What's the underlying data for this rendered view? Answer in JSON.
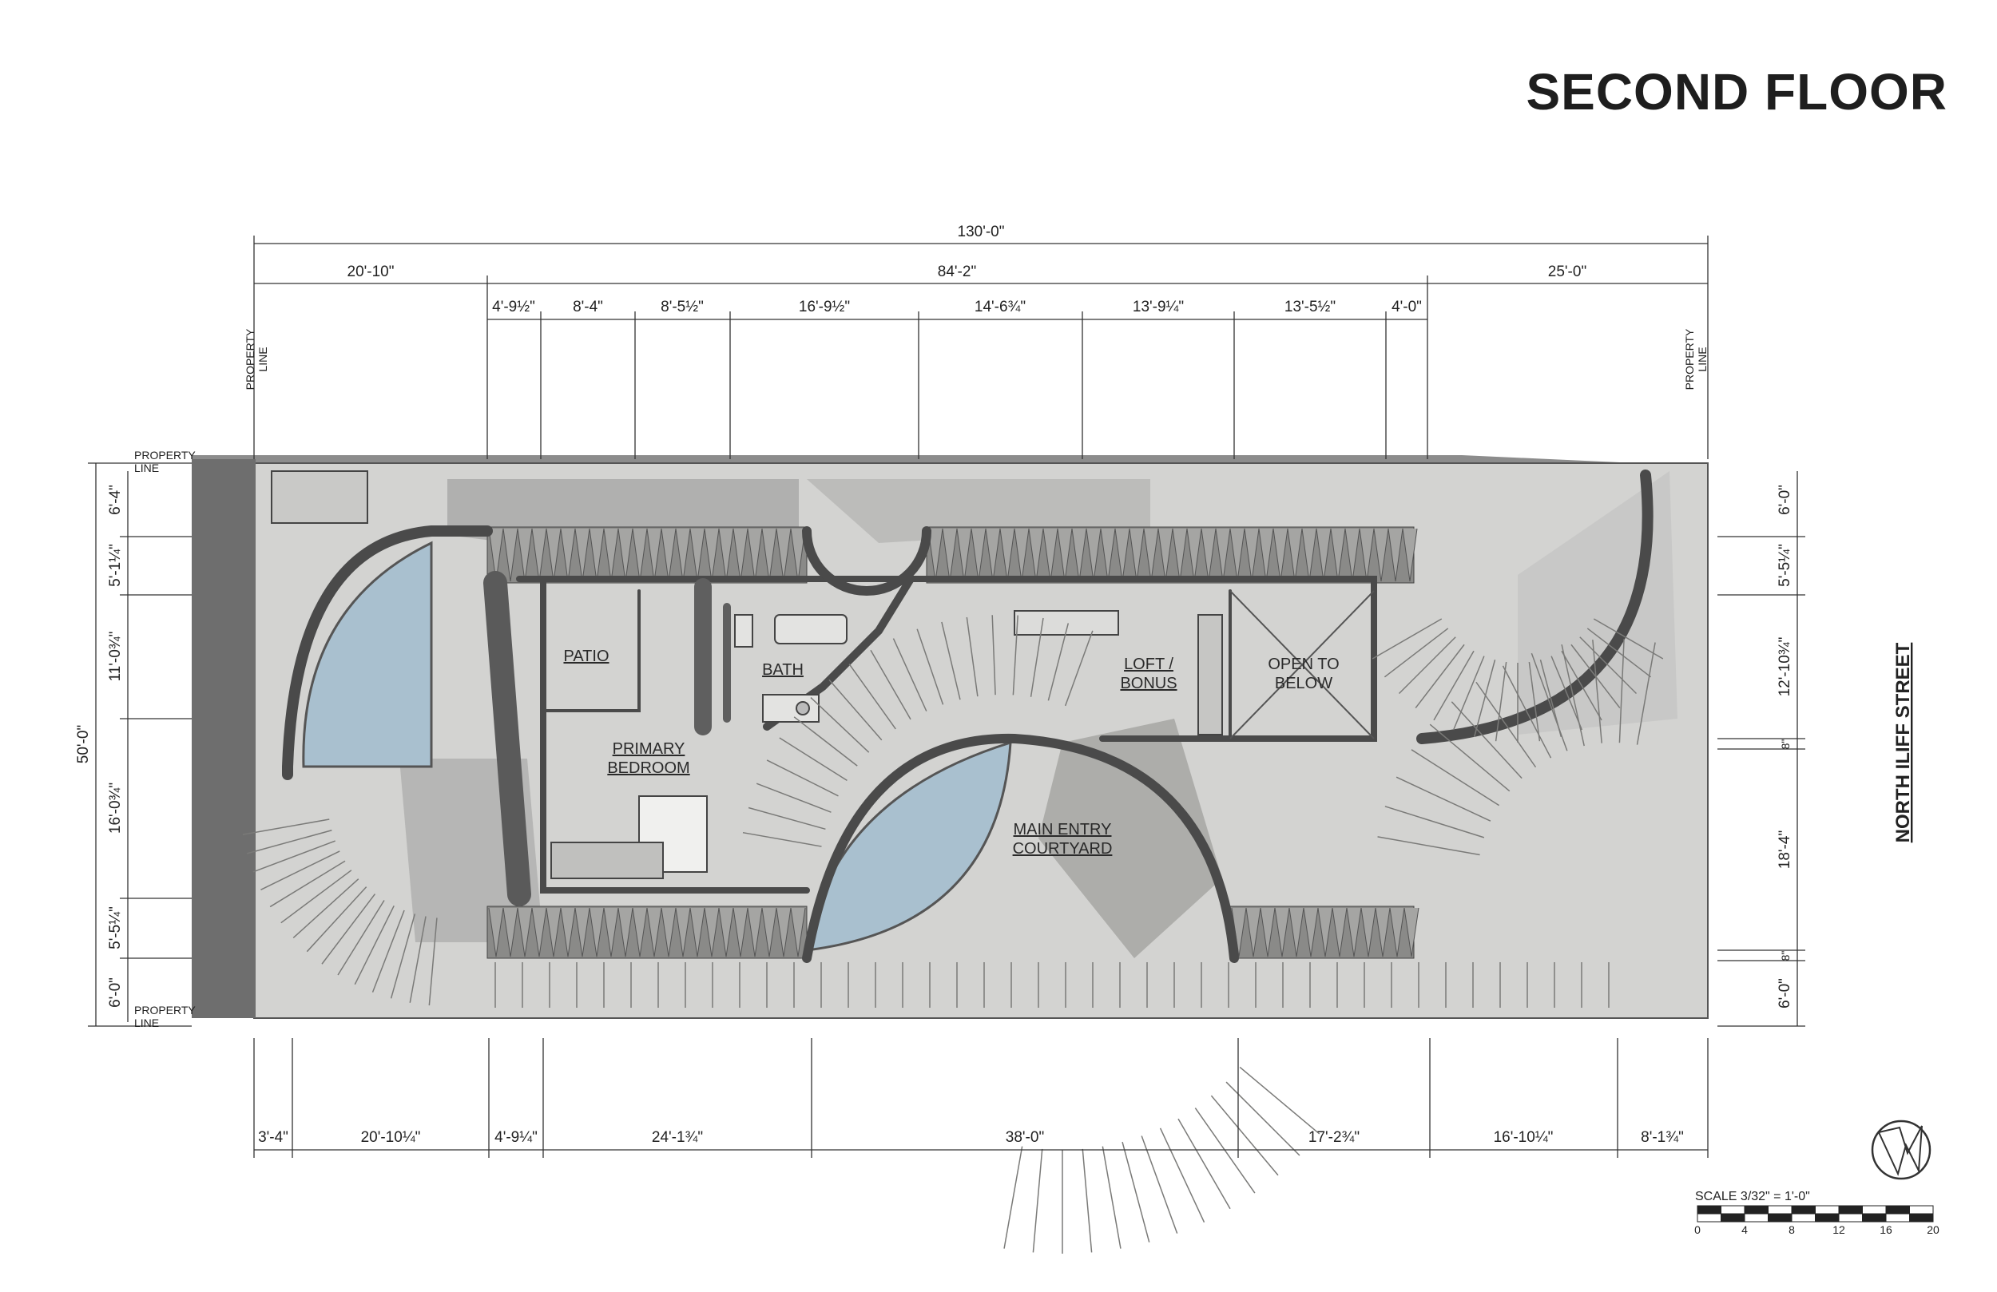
{
  "title": "SECOND FLOOR",
  "street": "NORTH ILIFF STREET",
  "property_line": [
    "PROPERTY",
    "LINE"
  ],
  "rooms": {
    "patio": "PATIO",
    "bath": "BATH",
    "loft": [
      "LOFT /",
      "BONUS"
    ],
    "open_below": [
      "OPEN TO",
      "BELOW"
    ],
    "primary_bedroom": [
      "PRIMARY",
      "BEDROOM"
    ],
    "courtyard": [
      "MAIN ENTRY",
      "COURTYARD"
    ]
  },
  "dimensions": {
    "overall": "130'-0\"",
    "top_row2": [
      "20'-10\"",
      "84'-2\"",
      "25'-0\""
    ],
    "top_row3": [
      "4'-9½\"",
      "8'-4\"",
      "8'-5½\"",
      "16'-9½\"",
      "14'-6¾\"",
      "13'-9¼\"",
      "13'-5½\"",
      "4'-0\""
    ],
    "bottom": [
      "3'-4\"",
      "20'-10¼\"",
      "4'-9¼\"",
      "24'-1¾\"",
      "38'-0\"",
      "17'-2¾\"",
      "16'-10¼\"",
      "8'-1¾\""
    ],
    "left_overall": "50'-0\"",
    "left": [
      "6'-4\"",
      "5'-1¼\"",
      "11'-0¾\"",
      "16'-0¾\"",
      "5'-5¼\"",
      "6'-0\""
    ],
    "right": [
      "6'-0\"",
      "5'-5¼\"",
      "12'-10¾\"",
      "8\"",
      "18'-4\"",
      "8\"",
      "6'-0\""
    ]
  },
  "scale": {
    "label": "SCALE 3/32\" = 1'-0\"",
    "ticks": [
      "0",
      "4",
      "8",
      "12",
      "16",
      "20"
    ]
  },
  "colors": {
    "wall": "#4a4a4a",
    "floor": "#d4d4d2",
    "shadow": "#9a9a9a",
    "pool": "#a9c0cf",
    "ink": "#222222"
  },
  "icons": [
    "north-arrow-icon"
  ]
}
